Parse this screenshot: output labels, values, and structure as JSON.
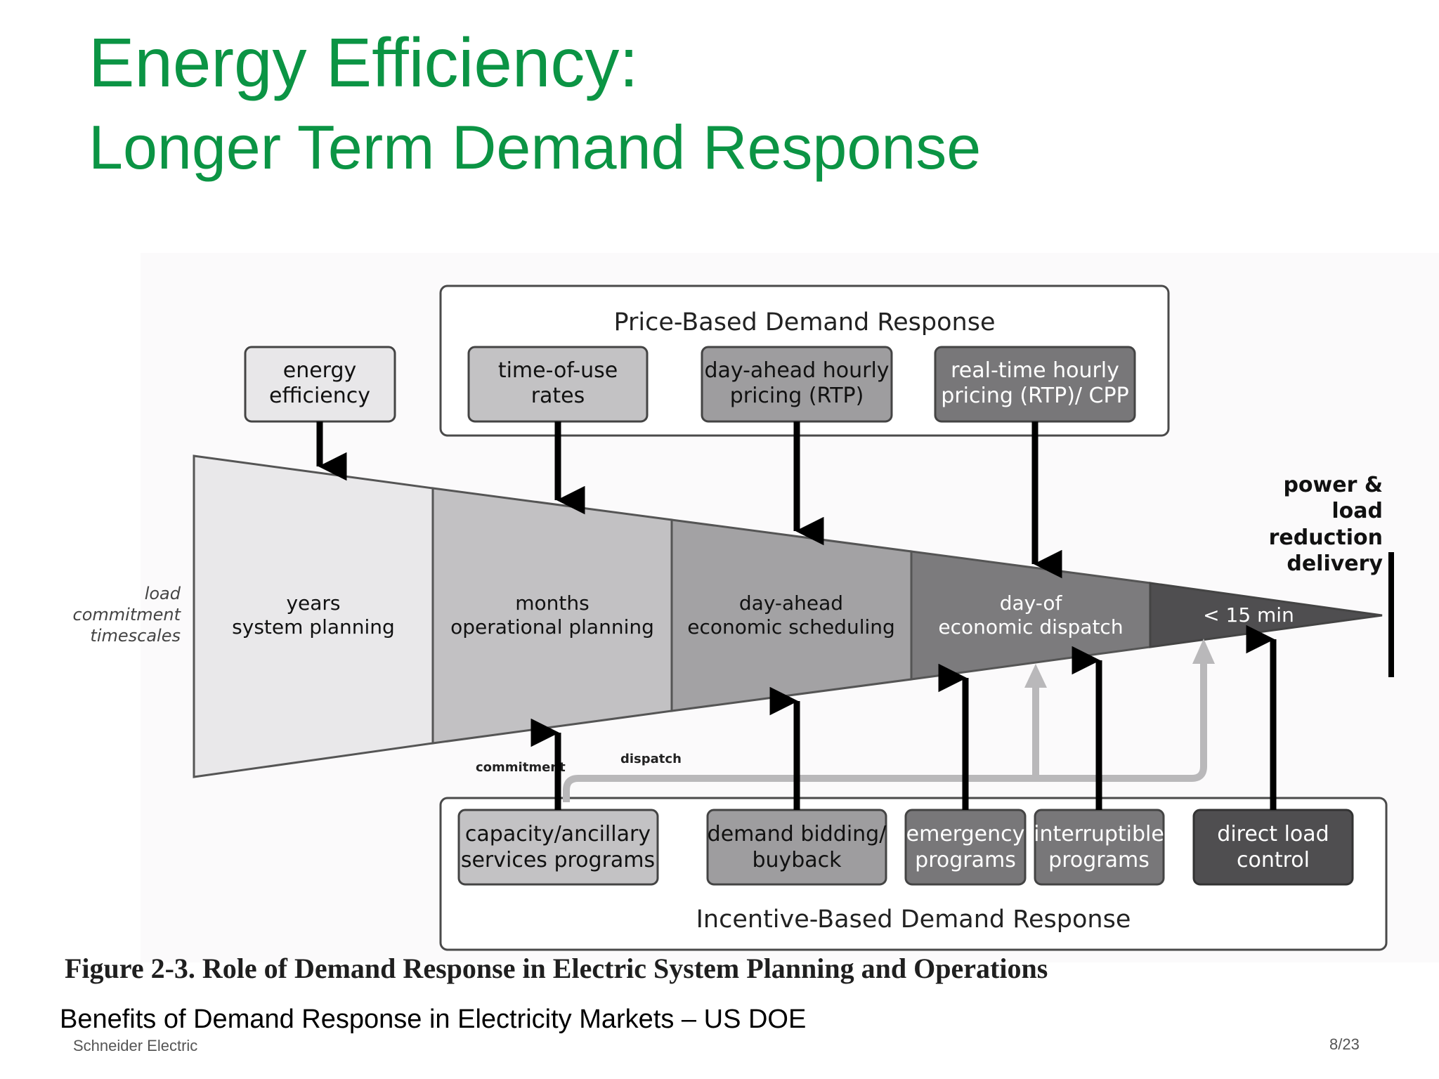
{
  "slide": {
    "title_line1": "Energy Efficiency:",
    "title_line2": "Longer Term Demand Response",
    "caption": "Figure 2-3. Role of Demand Response in Electric System Planning and Operations",
    "source": "Benefits of Demand Response in Electricity Markets – US DOE",
    "footer": "Schneider Electric",
    "page": "8/23"
  },
  "diagram": {
    "price_group_label": "Price-Based Demand Response",
    "incentive_group_label": "Incentive-Based Demand Response",
    "left_axis_label": [
      "load",
      "commitment",
      "timescales"
    ],
    "right_label": [
      "power &",
      "load",
      "reduction",
      "delivery"
    ],
    "top_boxes": [
      {
        "lines": [
          "energy",
          "efficiency"
        ]
      },
      {
        "lines": [
          "time-of-use",
          "rates"
        ]
      },
      {
        "lines": [
          "day-ahead hourly",
          "pricing (RTP)"
        ]
      },
      {
        "lines": [
          "real-time hourly",
          "pricing (RTP)/ CPP"
        ]
      }
    ],
    "segments": [
      {
        "lines": [
          "years",
          "system planning"
        ]
      },
      {
        "lines": [
          "months",
          "operational planning"
        ]
      },
      {
        "lines": [
          "day-ahead",
          "economic scheduling"
        ]
      },
      {
        "lines": [
          "day-of",
          "economic dispatch"
        ]
      },
      {
        "lines": [
          "< 15 min"
        ]
      }
    ],
    "bottom_boxes": [
      {
        "lines": [
          "capacity/ancillary",
          "services programs"
        ]
      },
      {
        "lines": [
          "demand bidding/",
          "buyback"
        ]
      },
      {
        "lines": [
          "emergency",
          "programs"
        ]
      },
      {
        "lines": [
          "interruptible",
          "programs"
        ]
      },
      {
        "lines": [
          "direct load",
          "control"
        ]
      }
    ],
    "commitment_label": "commitment",
    "dispatch_label": "dispatch"
  }
}
